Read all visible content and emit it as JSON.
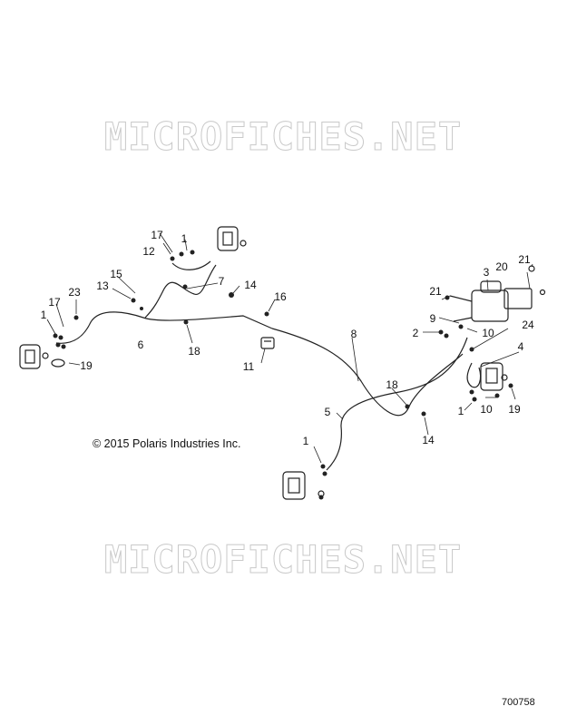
{
  "watermarks": [
    "MICROFICHES.NET",
    "MICROFICHES.NET"
  ],
  "copyright": "© 2015 Polaris Industries Inc.",
  "doc_number": "700758",
  "callouts": [
    "17",
    "1",
    "12",
    "15",
    "13",
    "23",
    "17",
    "1",
    "6",
    "19",
    "7",
    "14",
    "16",
    "18",
    "11",
    "8",
    "3",
    "20",
    "21",
    "21",
    "9",
    "2",
    "10",
    "24",
    "4",
    "18",
    "1",
    "10",
    "19",
    "5",
    "14",
    "1"
  ],
  "colors": {
    "line": "#222222",
    "watermark_outline": "#c9c9c9"
  }
}
